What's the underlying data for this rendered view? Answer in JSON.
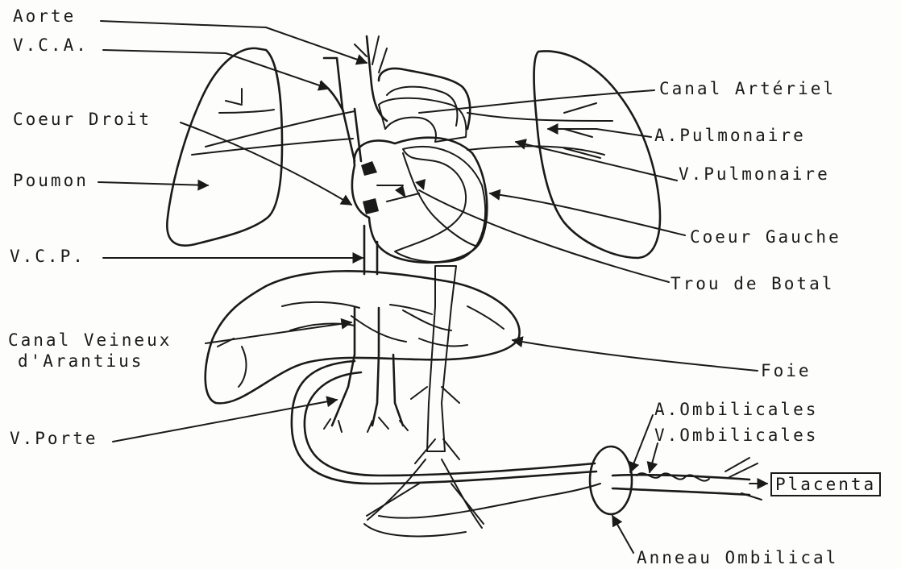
{
  "labels": {
    "aorte": "Aorte",
    "vca": "V.C.A.",
    "coeur_droit": "Coeur Droit",
    "poumon": "Poumon",
    "vcp": "V.C.P.",
    "canal_veineux_1": "Canal Veineux",
    "canal_veineux_2": "d'Arantius",
    "v_porte": "V.Porte",
    "canal_arteriel": "Canal Artériel",
    "a_pulmonaire": "A.Pulmonaire",
    "v_pulmonaire": "V.Pulmonaire",
    "coeur_gauche": "Coeur Gauche",
    "trou_de_botal": "Trou de Botal",
    "foie": "Foie",
    "a_ombilicales": "A.Ombilicales",
    "v_ombilicales": "V.Ombilicales",
    "placenta": "Placenta",
    "anneau_ombilical": "Anneau Ombilical"
  }
}
